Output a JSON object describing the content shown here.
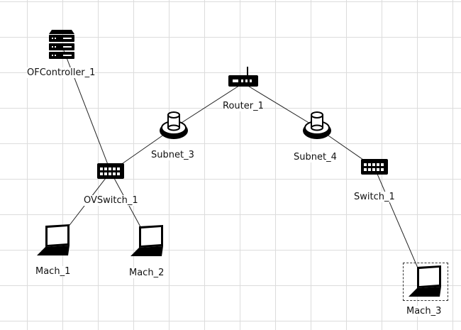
{
  "canvas": {
    "grid": true,
    "background": "#ffffff",
    "grid_color": "#dcdcdc"
  },
  "nodes": {
    "ofcontroller_1": {
      "label": "OFController_1",
      "icon": "server-rack-icon"
    },
    "router_1": {
      "label": "Router_1",
      "icon": "router-icon"
    },
    "subnet_3": {
      "label": "Subnet_3",
      "icon": "subnet-icon"
    },
    "subnet_4": {
      "label": "Subnet_4",
      "icon": "subnet-icon"
    },
    "ovswitch_1": {
      "label": "OVSwitch_1",
      "icon": "switch-icon"
    },
    "switch_1": {
      "label": "Switch_1",
      "icon": "switch-icon"
    },
    "mach_1": {
      "label": "Mach_1",
      "icon": "laptop-icon"
    },
    "mach_2": {
      "label": "Mach_2",
      "icon": "laptop-icon"
    },
    "mach_3": {
      "label": "Mach_3",
      "icon": "laptop-icon",
      "selected": true
    }
  },
  "links": [
    [
      "ofcontroller_1",
      "ovswitch_1"
    ],
    [
      "router_1",
      "subnet_3"
    ],
    [
      "router_1",
      "subnet_4"
    ],
    [
      "subnet_3",
      "ovswitch_1"
    ],
    [
      "subnet_4",
      "switch_1"
    ],
    [
      "ovswitch_1",
      "mach_1"
    ],
    [
      "ovswitch_1",
      "mach_2"
    ],
    [
      "switch_1",
      "mach_3"
    ]
  ]
}
